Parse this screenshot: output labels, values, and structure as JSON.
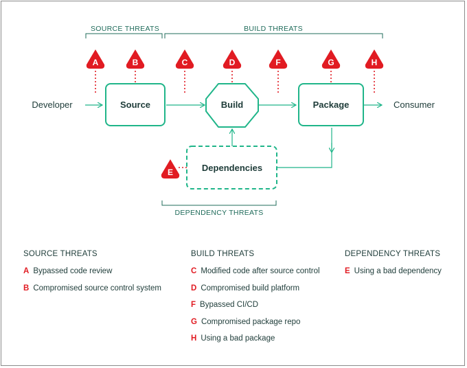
{
  "brackets": {
    "source": "SOURCE THREATS",
    "build": "BUILD THREATS",
    "dependency": "DEPENDENCY THREATS"
  },
  "actors": {
    "developer": "Developer",
    "consumer": "Consumer"
  },
  "nodes": {
    "source": "Source",
    "build": "Build",
    "package": "Package",
    "dependencies": "Dependencies"
  },
  "markers": [
    "A",
    "B",
    "C",
    "D",
    "F",
    "G",
    "H",
    "E"
  ],
  "legend": {
    "source": {
      "heading": "SOURCE THREATS",
      "items": [
        {
          "letter": "A",
          "text": "Bypassed code review"
        },
        {
          "letter": "B",
          "text": "Compromised source control system"
        }
      ]
    },
    "build": {
      "heading": "BUILD THREATS",
      "items": [
        {
          "letter": "C",
          "text": "Modified code after source control"
        },
        {
          "letter": "D",
          "text": "Compromised build platform"
        },
        {
          "letter": "F",
          "text": "Bypassed CI/CD"
        },
        {
          "letter": "G",
          "text": "Compromised package repo"
        },
        {
          "letter": "H",
          "text": "Using a bad package"
        }
      ]
    },
    "dependency": {
      "heading": "DEPENDENCY THREATS",
      "items": [
        {
          "letter": "E",
          "text": "Using a bad dependency"
        }
      ]
    }
  },
  "colors": {
    "accent": "#1fb589",
    "threat": "#e11b22",
    "text": "#1d3b38",
    "bracket": "#1f6b5a"
  }
}
